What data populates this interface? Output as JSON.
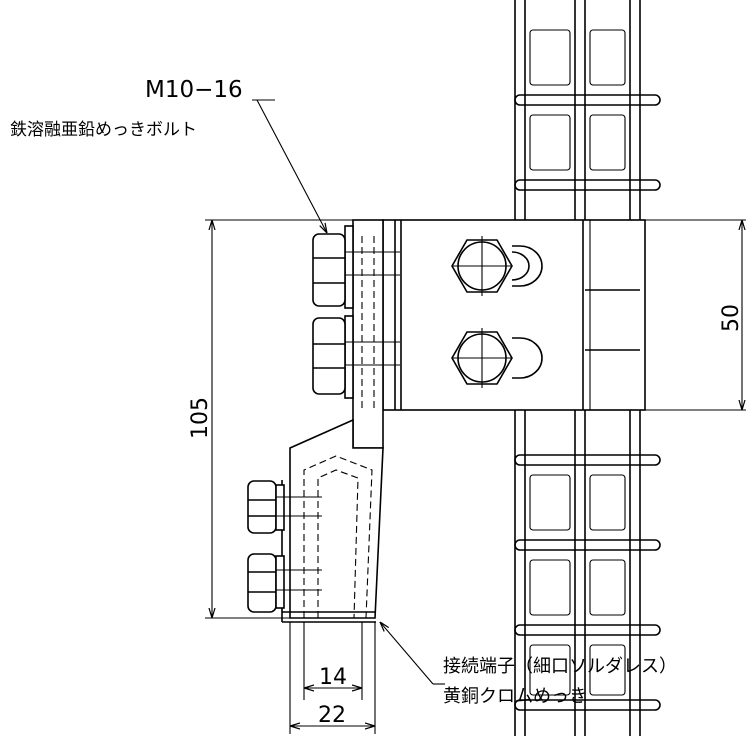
{
  "callouts": {
    "bolt_size": "M10−16",
    "bolt_material": "鉄溶融亜鉛めっきボルト",
    "terminal_name": "接続端子（細口ソルダレス）",
    "terminal_finish": "黄銅クロムめっき"
  },
  "dimensions": {
    "total_height": "105",
    "clamp_height": "50",
    "inner_width": "14",
    "outer_width": "22"
  }
}
